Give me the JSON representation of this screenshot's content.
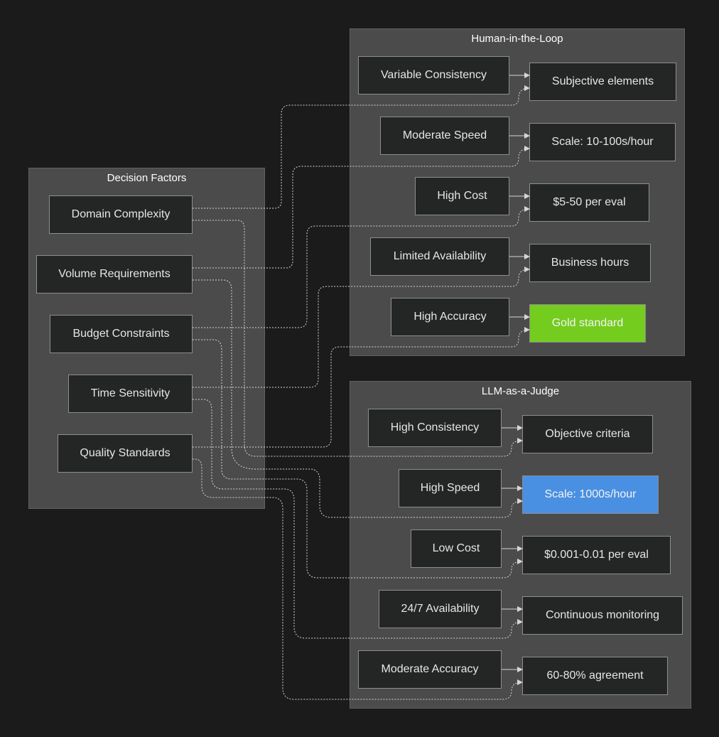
{
  "clusters": {
    "decision": {
      "title": "Decision Factors"
    },
    "human": {
      "title": "Human-in-the-Loop"
    },
    "llm": {
      "title": "LLM-as-a-Judge"
    }
  },
  "decision_factors": [
    "Domain Complexity",
    "Volume Requirements",
    "Budget Constraints",
    "Time Sensitivity",
    "Quality Standards"
  ],
  "human": {
    "traits": [
      "Variable Consistency",
      "Moderate Speed",
      "High Cost",
      "Limited Availability",
      "High Accuracy"
    ],
    "outcomes": [
      "Subjective elements",
      "Scale: 10-100s/hour",
      "$5-50 per eval",
      "Business hours",
      "Gold standard"
    ]
  },
  "llm": {
    "traits": [
      "High Consistency",
      "High Speed",
      "Low Cost",
      "24/7 Availability",
      "Moderate Accuracy"
    ],
    "outcomes": [
      "Objective criteria",
      "Scale: 1000s/hour",
      "$0.001-0.01 per eval",
      "Continuous monitoring",
      "60-80% agreement"
    ]
  },
  "colors": {
    "highlight_gold": "#74cc1f",
    "highlight_blue": "#4a90e2",
    "edge": "#d6d6d6"
  }
}
